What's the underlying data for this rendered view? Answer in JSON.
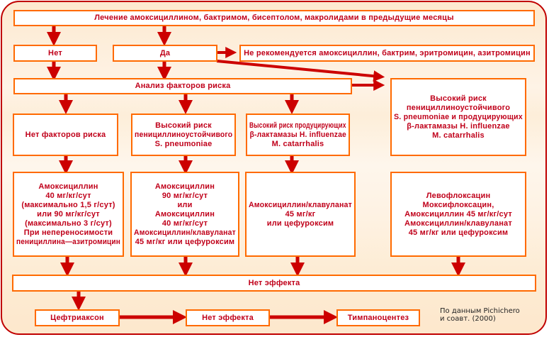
{
  "diagram": {
    "title_box": "Лечение амоксициллином, бактримом, бисептолом, макролидами в предыдущие месяцы",
    "no_box": "Нет",
    "yes_box": "Да",
    "not_recommended_box": "Не рекомендуется амоксициллин, бактрим, эритромицин, азитромицин",
    "risk_analysis_box": "Анализ факторов риска",
    "risk_columns": [
      {
        "condition": [
          "Нет факторов риска"
        ],
        "treatment": [
          "Амоксициллин",
          "40 мг/кг/сут",
          "(максимально 1,5 г/сут)",
          "или 90 мг/кг/сут",
          "(максимально 3 г/сут)",
          "При непереносимости",
          "пенициллина—азитромицин"
        ]
      },
      {
        "condition": [
          "Высокий риск",
          "пенициллиноустойчивого",
          "S. pneumoniae"
        ],
        "treatment": [
          "Амоксициллин",
          "90 мг/кг/сут",
          "или",
          "Амоксициллин",
          "40 мг/кг/сут",
          "Амоксициллин/клавуланат",
          "45 мг/кг или цефуроксим"
        ]
      },
      {
        "condition": [
          "Высокий риск продуцирующих",
          "β-лактамазы H. influenzae",
          "M. catarrhalis"
        ],
        "treatment": [
          "Амоксициллин/клавуланат",
          "45 мг/кг",
          "или цефуроксим"
        ]
      },
      {
        "condition": [
          "Высокий риск",
          "пенициллиноустойчивого",
          "S. pneumoniae и продуцирующих",
          "β-лактамазы H. influenzae",
          "M. catarrhalis"
        ],
        "treatment": [
          "Левофлоксацин",
          "Моксифлоксацин,",
          "Амоксициллин 45 мг/кг/сут",
          "Амоксициллин/клавуланат",
          "45 мг/кг или цефуроксим"
        ]
      }
    ],
    "no_effect_box": "Нет эффекта",
    "ceftriaxone_box": "Цефтриаксон",
    "no_effect_box_2": "Нет эффекта",
    "tympanocentesis_box": "Тимпаноцентез",
    "source_note": [
      "По данным Pichichero",
      "и соавт. (2000)"
    ]
  },
  "colors": {
    "frame_border": "#c00000",
    "box_border": "#ff6a00",
    "text": "#c0001a",
    "arrow": "#cc0000",
    "background": "#fdebd3"
  }
}
